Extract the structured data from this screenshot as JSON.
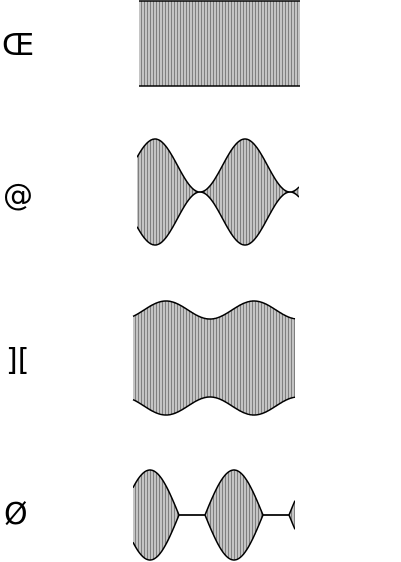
{
  "rows": [
    {
      "symbol": "Œ",
      "waveform": "constant-envelope"
    },
    {
      "symbol": "@",
      "waveform": "full-modulation-envelope"
    },
    {
      "symbol": "][",
      "waveform": "partial-modulation-envelope"
    },
    {
      "symbol": "Ø",
      "waveform": "overmodulated-envelope"
    }
  ],
  "colors": {
    "fill": "#b8b8b8",
    "hatch": "#8a8a8a",
    "outline": "#000000",
    "background": "#ffffff"
  }
}
